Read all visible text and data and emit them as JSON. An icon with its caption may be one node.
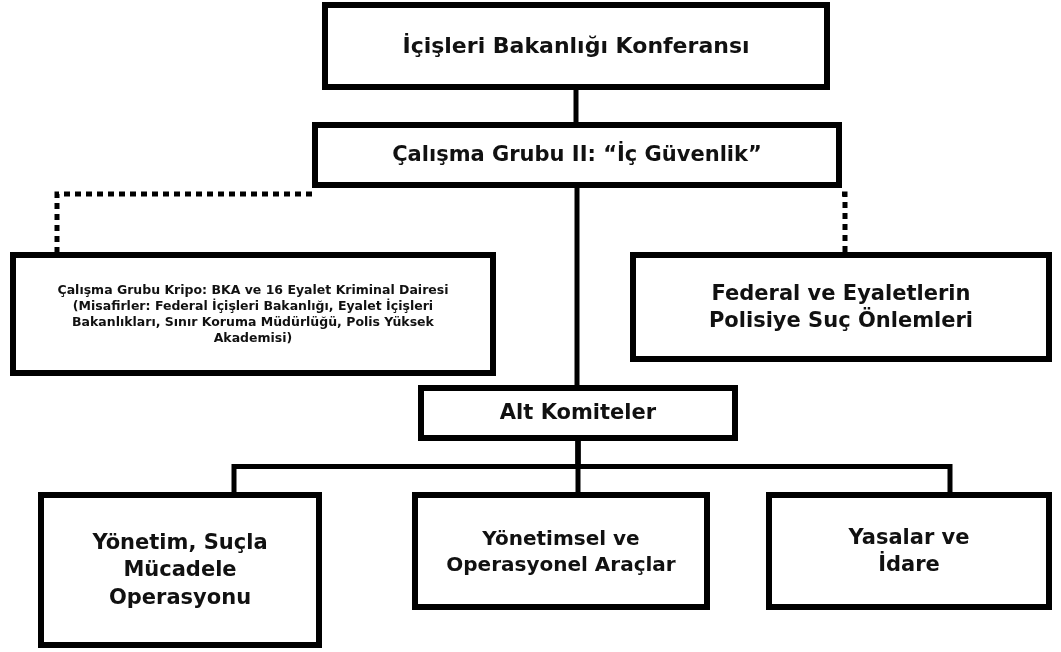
{
  "diagram": {
    "nodes": [
      {
        "text": [
          "İçişleri Bakanlığı Konferansı"
        ]
      },
      {
        "text": [
          "Çalışma Grubu II: “İç Güvenlik”"
        ]
      },
      {
        "text": [
          "Çalışma Grubu Kripo: BKA ve 16 Eyalet Kriminal Dairesi",
          "(Misafirler: Federal İçişleri Bakanlığı, Eyalet İçişleri Bakanlıkları, Sınır Koruma Müdürlüğü, Polis Yüksek Akademisi)"
        ]
      },
      {
        "text": [
          "Federal ve Eyaletlerin Polisiye Suç Önlemleri"
        ]
      },
      {
        "text": [
          "Alt Komiteler"
        ]
      },
      {
        "text": [
          "Yönetim, Suçla Mücadele Operasyonu"
        ]
      },
      {
        "text": [
          "Yönetimsel ve Operasyonel Araçlar"
        ]
      },
      {
        "text": [
          "Yasalar ve İdare"
        ]
      }
    ],
    "edges": [
      {
        "from": 0,
        "to": 1,
        "arrow": "none"
      },
      {
        "from": 1,
        "to": 2,
        "arrow": "none",
        "style": "dashed"
      },
      {
        "from": 1,
        "to": 3,
        "arrow": "none",
        "style": "dashed"
      },
      {
        "from": 1,
        "to": 4,
        "arrow": "none"
      },
      {
        "from": 4,
        "to": 5,
        "arrow": "none"
      },
      {
        "from": 4,
        "to": 6,
        "arrow": "none"
      },
      {
        "from": 4,
        "to": 7,
        "arrow": "none"
      }
    ]
  }
}
